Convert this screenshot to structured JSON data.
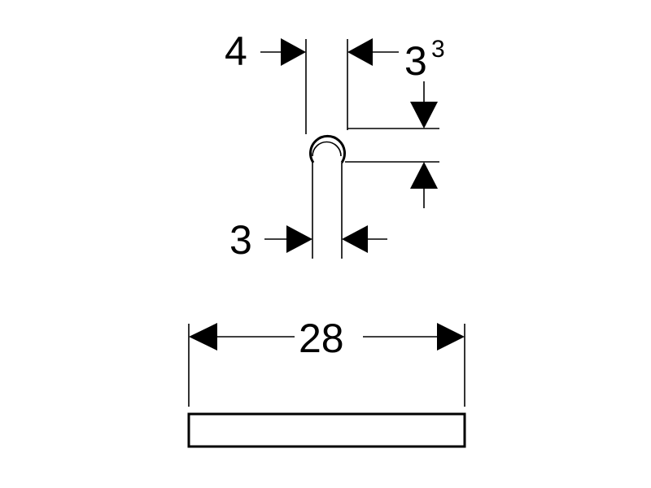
{
  "dimensions": {
    "top_left": "4",
    "top_right_base": "3",
    "top_right_sup": "3",
    "middle_left": "3",
    "bottom_width": "28"
  },
  "colors": {
    "line": "#000000",
    "background": "#ffffff"
  }
}
